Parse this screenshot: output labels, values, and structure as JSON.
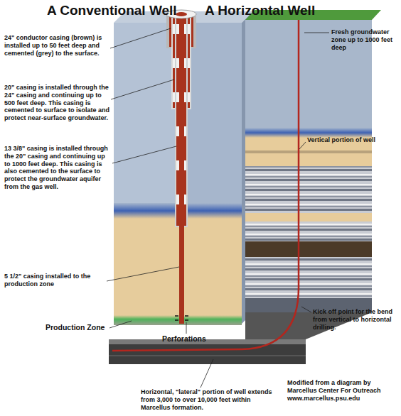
{
  "diagram": {
    "labels": [
      "A Conventional Well",
      "A Horizontal Well",
      "24\" conductor casing (brown) is installed up to 50 feet deep and cemented (grey) to the surface.",
      "20\" casing is installed through the 24\" casing and continuing up to 500 feet deep. This casing is cemented to surface to isolate and protect near-surface groundwater.",
      "13 3/8\" casing is installed through the 20\" casing and continuing up to 1000 feet deep. This casing is also cemented to the surface to protect the groundwater aquifer from the gas well.",
      "5 1/2\" casing installed to the production zone",
      "Production Zone",
      "Perforations",
      "Fresh groundwater zone up to 1000 feet deep",
      "Vertical portion of well",
      "Kick off point for the bend from vertical to horizontal drilling.",
      "Horizontal, \"lateral\" portion of well extends from 3,000 to over 10,000 feet within Marcellus formation.",
      "Modified from a diagram by Marcellus Center For Outreach www.marcellus.psu.edu"
    ]
  }
}
